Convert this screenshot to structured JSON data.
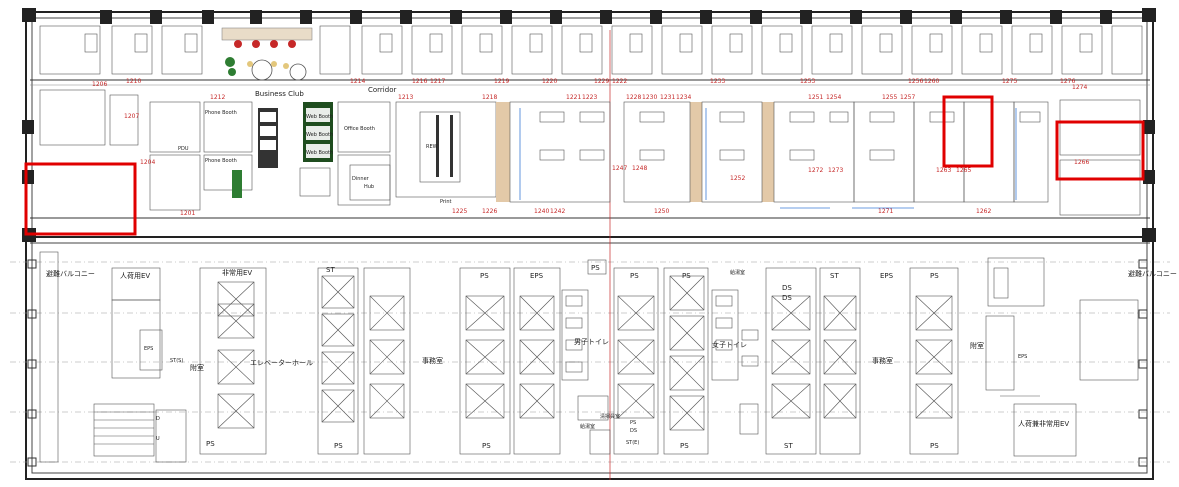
{
  "rooms": {
    "business_club": "Business Club",
    "corridor": "Corridor",
    "office_booth": "Office Booth",
    "phone_booth_a": "Phone Booth",
    "phone_booth_b": "Phone Booth",
    "web_booth_a": "Web Booth",
    "web_booth_b": "Web Booth",
    "web_booth_c": "Web Booth",
    "pdu": "PDU",
    "rew": "REW",
    "print": "Print",
    "dinner": "Dinner",
    "hub": "Hub"
  },
  "room_numbers": [
    "1206",
    "1210",
    "1214",
    "1216",
    "1217",
    "1219",
    "1220",
    "1222",
    "1229",
    "1233",
    "1253",
    "1256",
    "1260",
    "1276",
    "1207",
    "1204",
    "1201",
    "1212",
    "1213",
    "1218",
    "1221",
    "1223",
    "1228",
    "1230",
    "1231",
    "1234",
    "1251",
    "1254",
    "1255",
    "1257",
    "1225",
    "1226",
    "1240",
    "1242",
    "1247",
    "1248",
    "1250",
    "1252",
    "1262",
    "1263",
    "1265",
    "1266",
    "1271",
    "1272",
    "1273",
    "1274",
    "1275"
  ],
  "core": {
    "evac_balcony_left": "避難バルコニー",
    "evac_balcony_right": "避難バルコニー",
    "passenger_ev_left": "人荷用EV",
    "passenger_ev_right": "人荷兼非常用EV",
    "emergency_ev": "非常用EV",
    "anteroom_left": "附室",
    "anteroom_right": "附室",
    "elevator_hall": "エレベーターホール",
    "office_left": "事務室",
    "office_right": "事務室",
    "toilet_men": "男子トイレ",
    "toilet_women": "女子トイレ",
    "hot_water_top": "給湯室",
    "hot_water_bottom": "給湯室",
    "cleaning": "清掃員室"
  },
  "shafts": {
    "st": "ST",
    "ps": "PS",
    "eps": "EPS",
    "ds": "DS",
    "st_e": "ST(E)",
    "d": "D",
    "u": "U",
    "st_s": "ST(S)",
    "eps_small": "EPS"
  },
  "highlights": [
    {
      "name": "highlight-west-office",
      "color": "#e00000"
    },
    {
      "name": "highlight-north-office",
      "color": "#e00000"
    },
    {
      "name": "highlight-east-office",
      "color": "#e00000"
    }
  ]
}
